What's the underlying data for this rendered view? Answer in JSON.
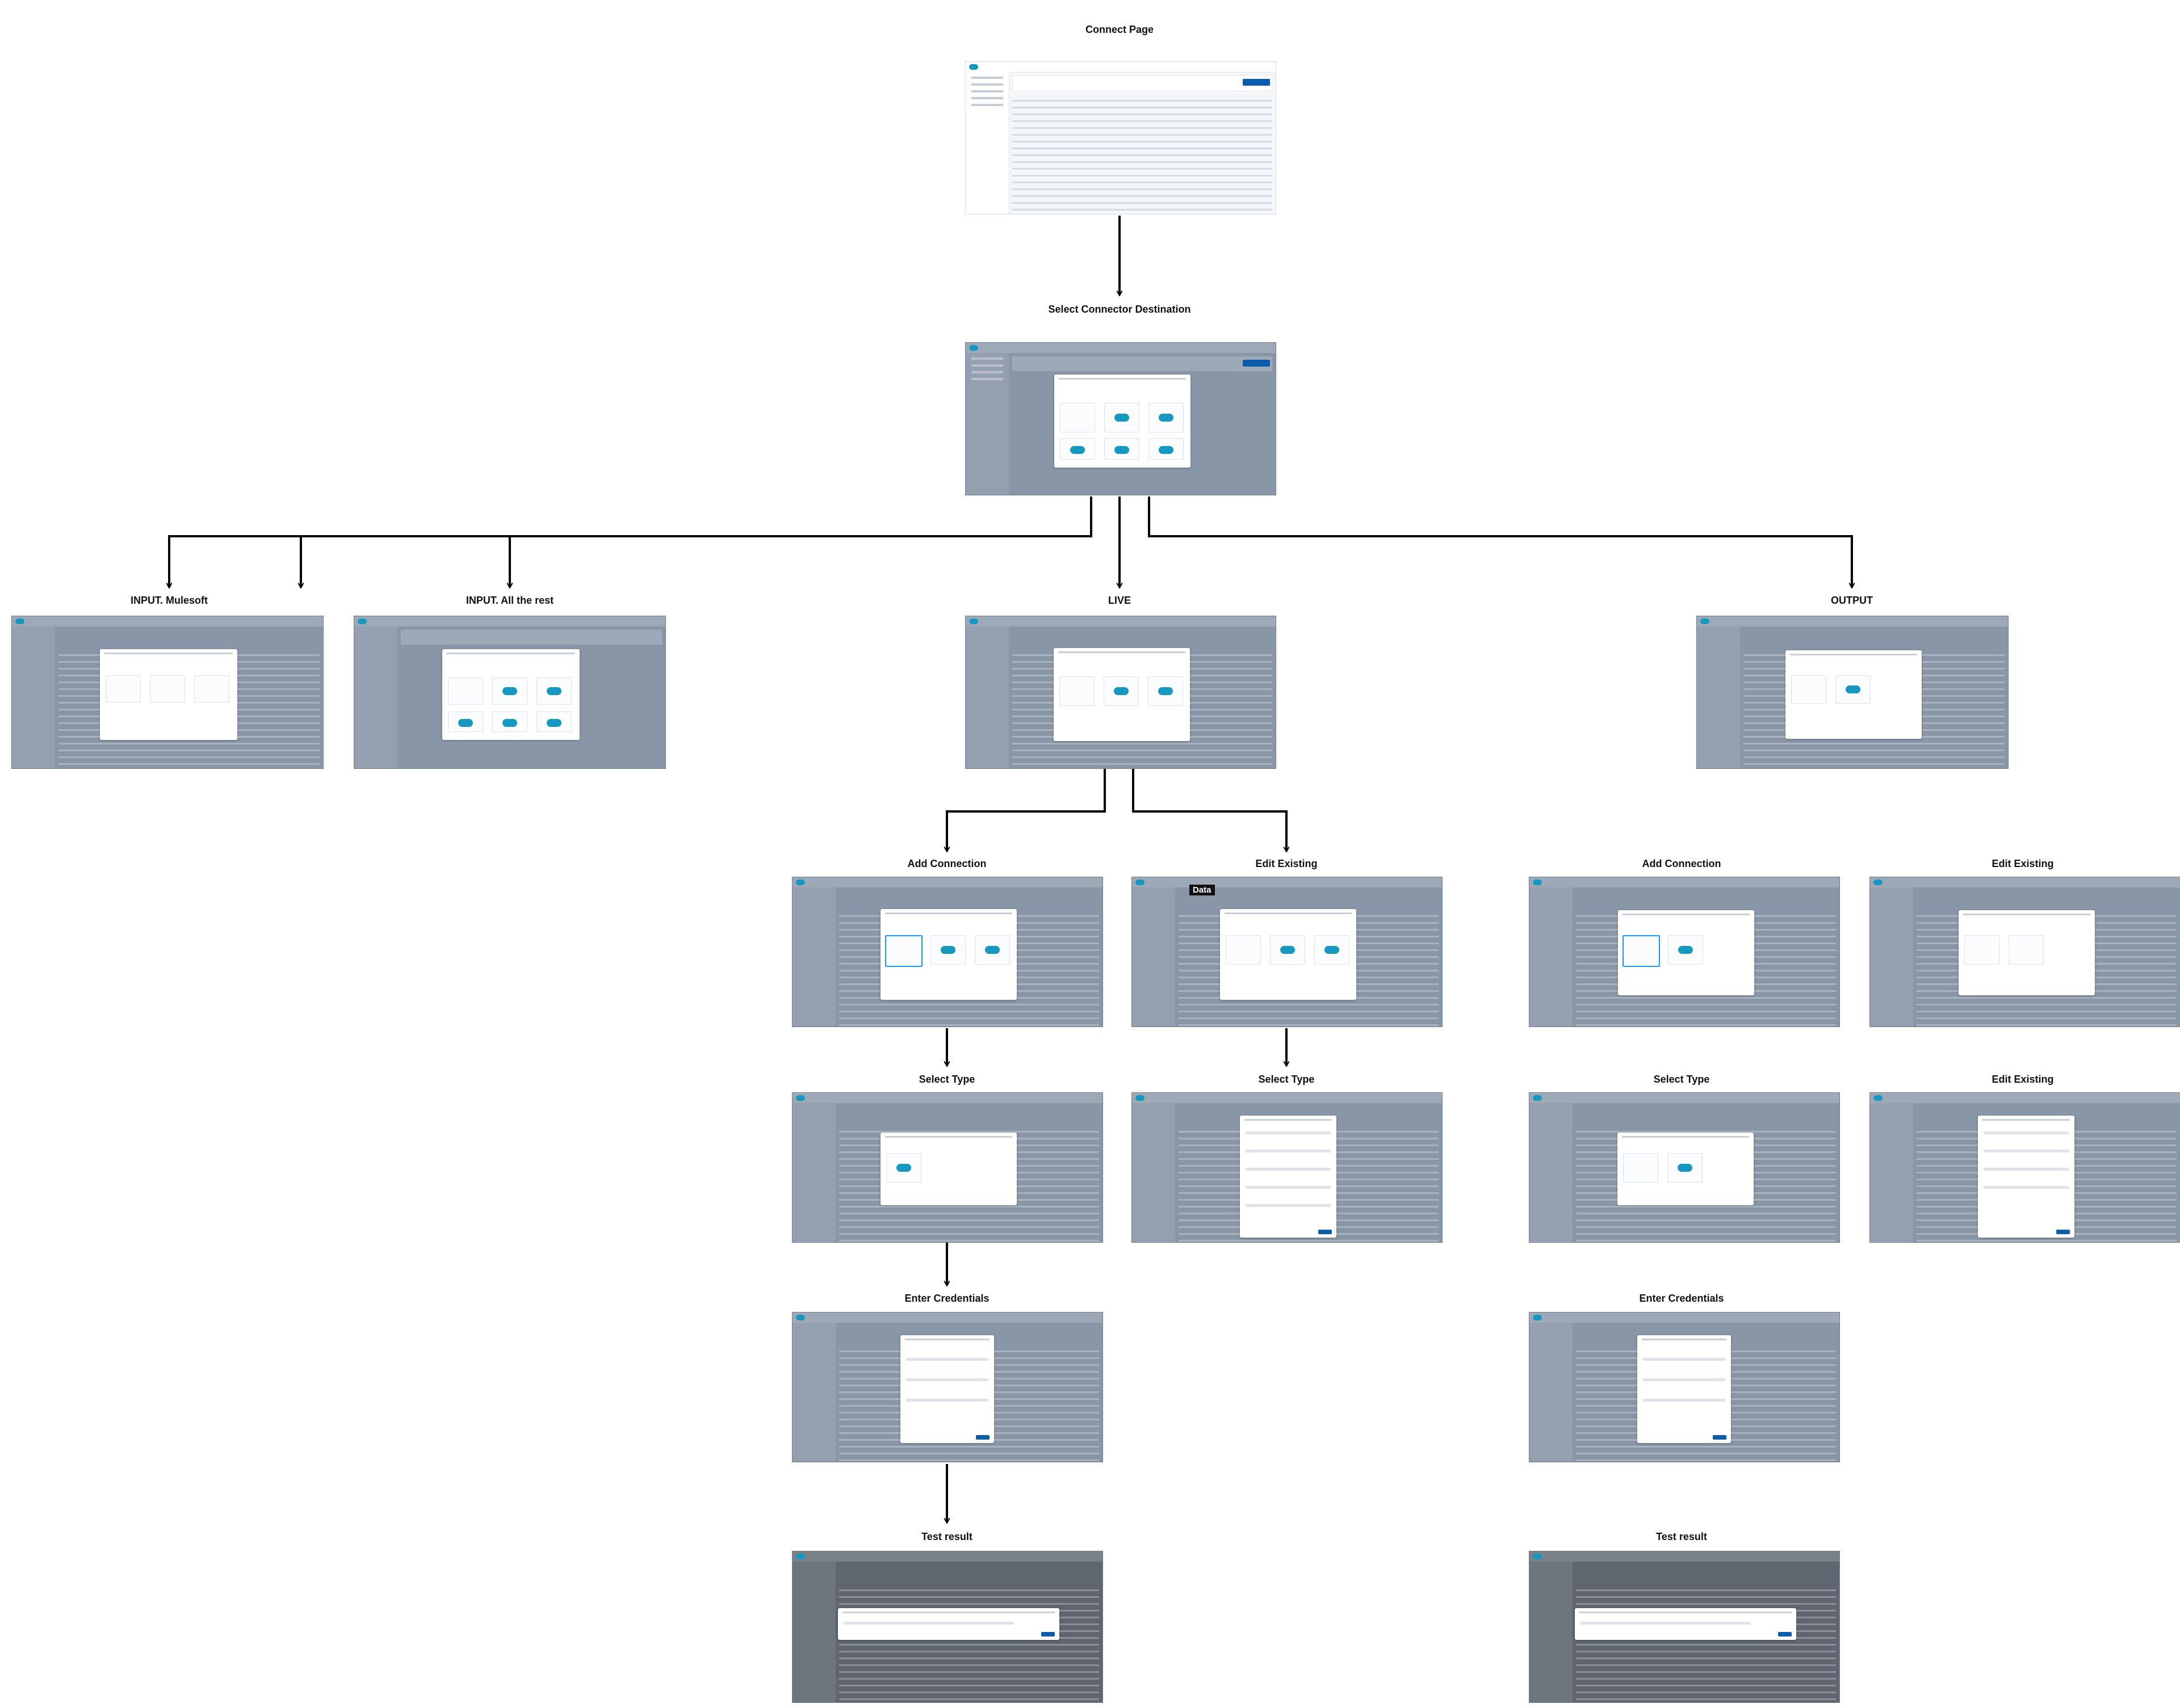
{
  "diagram": {
    "type": "flowchart",
    "nodes": [
      {
        "id": "connect",
        "label": "Connect Page"
      },
      {
        "id": "select-dest",
        "label": "Select Connector Destination"
      },
      {
        "id": "input-mulesoft",
        "label": "INPUT. Mulesoft"
      },
      {
        "id": "input-rest",
        "label": "INPUT. All the rest"
      },
      {
        "id": "live",
        "label": "LIVE"
      },
      {
        "id": "output",
        "label": "OUTPUT"
      },
      {
        "id": "live-add",
        "label": "Add Connection"
      },
      {
        "id": "live-edit",
        "label": "Edit Existing"
      },
      {
        "id": "out-add",
        "label": "Add Connection"
      },
      {
        "id": "out-edit",
        "label": "Edit Existing"
      },
      {
        "id": "live-add-type",
        "label": "Select Type"
      },
      {
        "id": "live-edit-type",
        "label": "Select Type"
      },
      {
        "id": "out-add-type",
        "label": "Select Type"
      },
      {
        "id": "out-edit-2",
        "label": "Edit Existing"
      },
      {
        "id": "live-cred",
        "label": "Enter Credentials"
      },
      {
        "id": "out-cred",
        "label": "Enter Credentials"
      },
      {
        "id": "live-test",
        "label": "Test result"
      },
      {
        "id": "out-test",
        "label": "Test result"
      }
    ],
    "edges": [
      [
        "connect",
        "select-dest"
      ],
      [
        "select-dest",
        "input-mulesoft"
      ],
      [
        "select-dest",
        "input-rest"
      ],
      [
        "select-dest",
        "live"
      ],
      [
        "select-dest",
        "output"
      ],
      [
        "live",
        "live-add"
      ],
      [
        "live",
        "live-edit"
      ],
      [
        "live-add",
        "live-add-type"
      ],
      [
        "live-edit",
        "live-edit-type"
      ],
      [
        "live-add-type",
        "live-cred"
      ],
      [
        "live-cred",
        "live-test"
      ]
    ],
    "annotations": {
      "data_tag": "Data"
    }
  }
}
